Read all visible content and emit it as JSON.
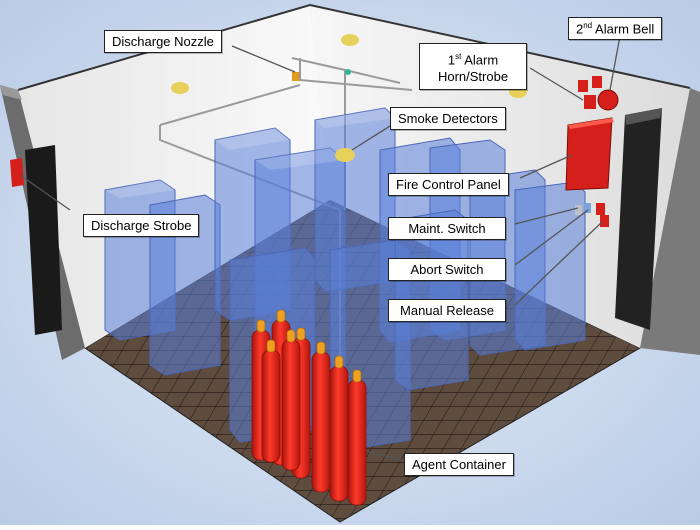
{
  "labels": {
    "discharge_nozzle": "Discharge Nozzle",
    "alarm_bell": {
      "ordinal": "2",
      "ordinal_suffix": "nd",
      "text": " Alarm Bell"
    },
    "alarm_horn": {
      "ordinal": "1",
      "ordinal_suffix": "st",
      "line1_rest": " Alarm",
      "line2": "Horn/Strobe"
    },
    "smoke_detectors": "Smoke Detectors",
    "fire_control_panel": "Fire Control Panel",
    "discharge_strobe": "Discharge Strobe",
    "maint_switch": "Maint. Switch",
    "abort_switch": "Abort Switch",
    "manual_release": "Manual Release",
    "agent_container": "Agent Container"
  },
  "colors": {
    "background": "#cfdcef",
    "wall": "#f3f3f3",
    "floor": "#5a4a3d",
    "floor_grid": "#2a221b",
    "equipment": "#5a7fd8",
    "cylinder": "#e8231a",
    "panel": "#d51f1a"
  }
}
